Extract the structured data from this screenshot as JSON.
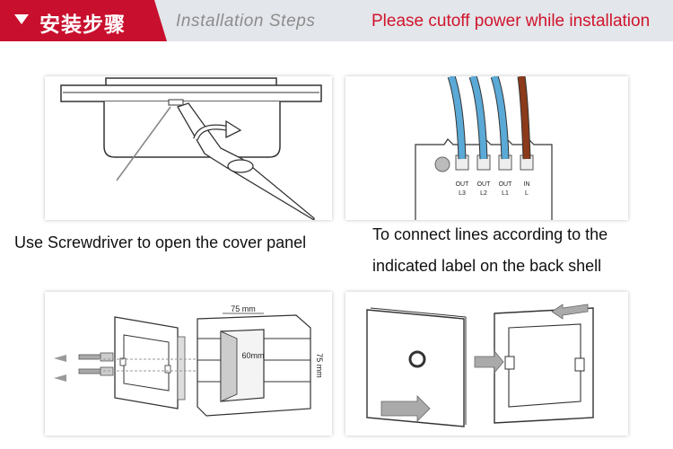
{
  "header": {
    "title_cn": "安装步骤",
    "title_en": "Installation Steps",
    "warning": "Please cutoff power while installation"
  },
  "steps": [
    {
      "caption_lines": [
        "Use Screwdriver to open the cover panel"
      ]
    },
    {
      "caption_lines": [
        "To connect lines according to the",
        "indicated label on the back shell"
      ],
      "terminals": [
        {
          "top": "OUT",
          "bottom": "L3"
        },
        {
          "top": "OUT",
          "bottom": "L2"
        },
        {
          "top": "OUT",
          "bottom": "L1"
        },
        {
          "top": "IN",
          "bottom": "L"
        }
      ]
    },
    {
      "dimensions": {
        "width": "75 mm",
        "height": "75 mm",
        "depth": "60mm"
      }
    },
    {}
  ],
  "colors": {
    "brand_red": "#c8102e",
    "warning_red": "#d0142c",
    "wire_blue": "#5aa9d6",
    "wire_brown": "#8b3a1a"
  }
}
